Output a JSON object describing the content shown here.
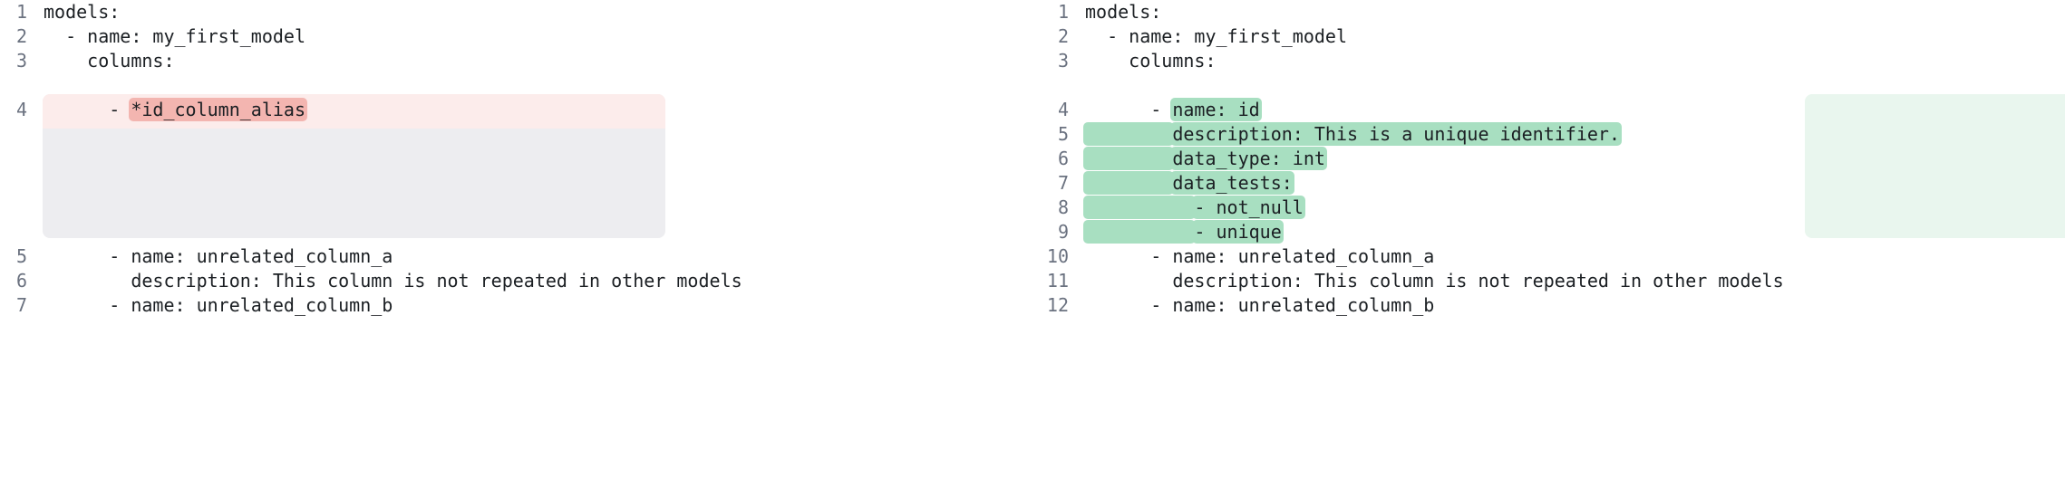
{
  "view": {
    "kind": "side-by-side-code-diff",
    "language": "yaml",
    "colors": {
      "removed_row_bg": "#fceceb",
      "removed_block_bg": "#ededf0",
      "removed_word_bg": "#f3b5b0",
      "added_block_bg": "#e9f6ee",
      "added_word_bg": "#a8dfc1",
      "line_number": "#6b7280",
      "code_text": "#1b1f23",
      "page_bg": "#ffffff"
    }
  },
  "panes": {
    "left": {
      "name": "before",
      "lines": [
        {
          "n": "1",
          "segments": [
            {
              "text": "models:",
              "hl": "none"
            }
          ]
        },
        {
          "n": "2",
          "segments": [
            {
              "text": "  - name: my_first_model",
              "hl": "none"
            }
          ]
        },
        {
          "n": "3",
          "segments": [
            {
              "text": "    columns:",
              "hl": "none"
            }
          ]
        },
        {
          "n": "",
          "segments": [
            {
              "text": "",
              "hl": "none"
            }
          ]
        },
        {
          "n": "4",
          "segments": [
            {
              "text": "      - ",
              "hl": "none"
            },
            {
              "text": "*id_column_alias",
              "hl": "del"
            }
          ]
        },
        {
          "n": "",
          "segments": [
            {
              "text": "",
              "hl": "none"
            }
          ]
        },
        {
          "n": "",
          "segments": [
            {
              "text": "",
              "hl": "none"
            }
          ]
        },
        {
          "n": "",
          "segments": [
            {
              "text": "",
              "hl": "none"
            }
          ]
        },
        {
          "n": "",
          "segments": [
            {
              "text": "",
              "hl": "none"
            }
          ]
        },
        {
          "n": "",
          "segments": [
            {
              "text": "",
              "hl": "none"
            }
          ]
        },
        {
          "n": "5",
          "segments": [
            {
              "text": "      - name: unrelated_column_a",
              "hl": "none"
            }
          ]
        },
        {
          "n": "6",
          "segments": [
            {
              "text": "        description: This column is not repeated in other models",
              "hl": "none"
            }
          ]
        },
        {
          "n": "7",
          "segments": [
            {
              "text": "      - name: unrelated_column_b",
              "hl": "none"
            }
          ]
        }
      ]
    },
    "right": {
      "name": "after",
      "lines": [
        {
          "n": "1",
          "segments": [
            {
              "text": "models:",
              "hl": "none"
            }
          ]
        },
        {
          "n": "2",
          "segments": [
            {
              "text": "  - name: my_first_model",
              "hl": "none"
            }
          ]
        },
        {
          "n": "3",
          "segments": [
            {
              "text": "    columns:",
              "hl": "none"
            }
          ]
        },
        {
          "n": "",
          "segments": [
            {
              "text": "",
              "hl": "none"
            }
          ]
        },
        {
          "n": "4",
          "segments": [
            {
              "text": "      - ",
              "hl": "none"
            },
            {
              "text": "name: id",
              "hl": "add"
            }
          ]
        },
        {
          "n": "5",
          "segments": [
            {
              "text": "        ",
              "hl": "add"
            },
            {
              "text": "description: This is a unique identifier.",
              "hl": "add"
            }
          ]
        },
        {
          "n": "6",
          "segments": [
            {
              "text": "        ",
              "hl": "add"
            },
            {
              "text": "data_type: int",
              "hl": "add"
            }
          ]
        },
        {
          "n": "7",
          "segments": [
            {
              "text": "        ",
              "hl": "add"
            },
            {
              "text": "data_tests:",
              "hl": "add"
            }
          ]
        },
        {
          "n": "8",
          "segments": [
            {
              "text": "          ",
              "hl": "add"
            },
            {
              "text": "- not_null",
              "hl": "add"
            }
          ]
        },
        {
          "n": "9",
          "segments": [
            {
              "text": "          ",
              "hl": "add"
            },
            {
              "text": "- unique",
              "hl": "add"
            }
          ]
        },
        {
          "n": "10",
          "segments": [
            {
              "text": "      - name: unrelated_column_a",
              "hl": "none"
            }
          ]
        },
        {
          "n": "11",
          "segments": [
            {
              "text": "        description: This column is not repeated in other models",
              "hl": "none"
            }
          ]
        },
        {
          "n": "12",
          "segments": [
            {
              "text": "      - name: unrelated_column_b",
              "hl": "none"
            }
          ]
        }
      ]
    }
  }
}
